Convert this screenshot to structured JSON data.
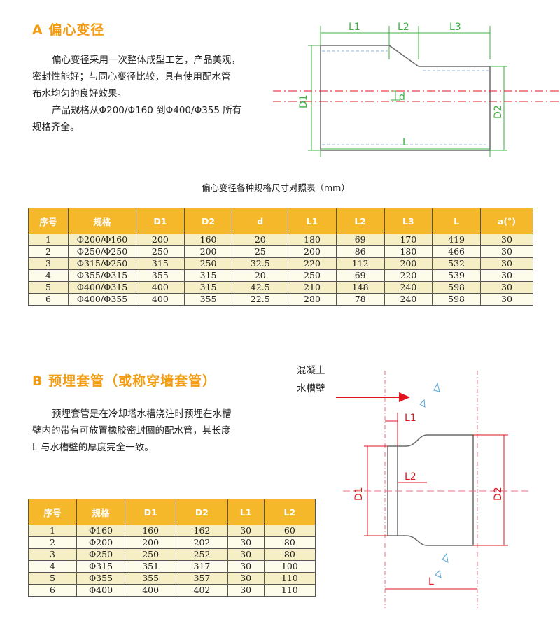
{
  "section_a": {
    "title": "A 偏心变径",
    "para_lines": [
      "偏心变径采用一次整体成型工艺，产品美观，",
      "密封性能好；与同心变径比较，具有使用配水管",
      "布水均匀的良好效果。",
      "产品规格从Φ200/Φ160 到Φ400/Φ355 所有",
      "规格齐全。"
    ],
    "diagram_labels": {
      "L1": "L1",
      "L2": "L2",
      "L3": "L3",
      "L": "L",
      "D1": "D1",
      "D2": "D2",
      "d": "d"
    },
    "table_caption": "偏心变径各种规格尺寸对照表（mm）",
    "table_headers": [
      "序号",
      "规格",
      "D1",
      "D2",
      "d",
      "L1",
      "L2",
      "L3",
      "L",
      "a(°)"
    ],
    "table_rows": [
      [
        "1",
        "Φ200/Φ160",
        "200",
        "160",
        "20",
        "180",
        "69",
        "170",
        "419",
        "30"
      ],
      [
        "2",
        "Φ250/Φ250",
        "250",
        "200",
        "25",
        "200",
        "86",
        "180",
        "466",
        "30"
      ],
      [
        "3",
        "Φ315/Φ250",
        "315",
        "250",
        "32.5",
        "220",
        "112",
        "200",
        "532",
        "30"
      ],
      [
        "4",
        "Φ355/Φ315",
        "355",
        "315",
        "20",
        "250",
        "69",
        "220",
        "539",
        "30"
      ],
      [
        "5",
        "Φ400/Φ315",
        "400",
        "315",
        "42.5",
        "210",
        "148",
        "240",
        "598",
        "30"
      ],
      [
        "6",
        "Φ400/Φ355",
        "400",
        "355",
        "22.5",
        "280",
        "78",
        "240",
        "598",
        "30"
      ]
    ]
  },
  "section_b": {
    "title": "B 预埋套管（或称穿墙套管）",
    "para_lines": [
      "预埋套管是在冷却塔水槽浇注时预埋在水槽",
      "壁内的带有可放置橡胶密封圈的配水管，其长度",
      "L 与水槽壁的厚度完全一致。"
    ],
    "wall_label_1": "混凝土",
    "wall_label_2": "水槽壁",
    "diagram_labels": {
      "L1": "L1",
      "L2": "L2",
      "L": "L",
      "D1": "D1",
      "D2": "D2"
    },
    "table_headers": [
      "序号",
      "规格",
      "D1",
      "D2",
      "L1",
      "L2"
    ],
    "table_rows": [
      [
        "1",
        "Φ160",
        "160",
        "162",
        "30",
        "60"
      ],
      [
        "2",
        "Φ200",
        "200",
        "202",
        "30",
        "80"
      ],
      [
        "3",
        "Φ250",
        "250",
        "252",
        "30",
        "80"
      ],
      [
        "4",
        "Φ315",
        "351",
        "317",
        "30",
        "100"
      ],
      [
        "5",
        "Φ355",
        "355",
        "357",
        "30",
        "110"
      ],
      [
        "6",
        "Φ400",
        "400",
        "402",
        "30",
        "110"
      ]
    ]
  },
  "colors": {
    "accent": "#f39c12",
    "header_bg": "#f5b82a",
    "green": "#3cb043",
    "red": "#e0141e",
    "pink": "#e87080"
  }
}
